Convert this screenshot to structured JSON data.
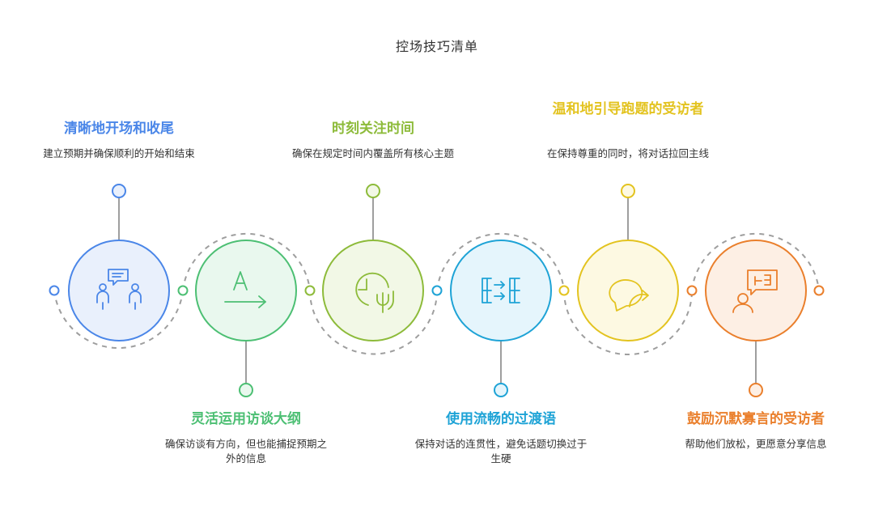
{
  "title": "控场技巧清单",
  "steps": [
    {
      "title": "清晰地开场和收尾",
      "desc": "建立预期并确保顺利的开始和结束",
      "icon": "people-chat-icon",
      "color": "#4a86e8",
      "fill": "#e9f0fc"
    },
    {
      "title": "灵活运用访谈大纲",
      "desc": "确保访谈有方向，但也能捕捉预期之外的信息",
      "icon": "text-arrow-icon",
      "color": "#4cbf73",
      "fill": "#e9f8ee"
    },
    {
      "title": "时刻关注时间",
      "desc": "确保在规定时间内覆盖所有核心主题",
      "icon": "clock-plant-icon",
      "color": "#8dbb3a",
      "fill": "#f2f8e6"
    },
    {
      "title": "使用流畅的过渡语",
      "desc": "保持对话的连贯性，避免话题切换过于生硬",
      "icon": "transition-icon",
      "color": "#1ea3d6",
      "fill": "#e5f5fc"
    },
    {
      "title": "温和地引导跑题的受访者",
      "desc": "在保持尊重的同时，将对话拉回主线",
      "icon": "redirect-chat-icon",
      "color": "#e3c31f",
      "fill": "#fdf9e2"
    },
    {
      "title": "鼓励沉默寡言的受访者",
      "desc": "帮助他们放松，更愿意分享信息",
      "icon": "person-speak-icon",
      "color": "#ea7f2c",
      "fill": "#fdefe4"
    }
  ]
}
